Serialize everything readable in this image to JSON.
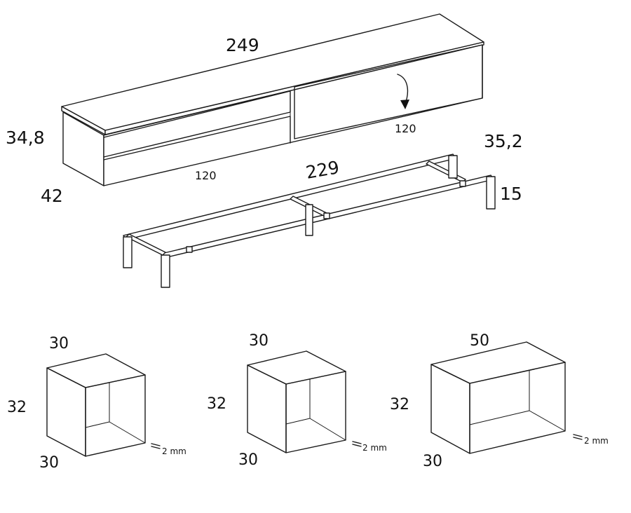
{
  "cabinet": {
    "width_label": "249",
    "height_label": "34,8",
    "depth_label": "42",
    "drawer_left_label": "120",
    "drawer_right_label": "120"
  },
  "frame": {
    "length_label": "229",
    "depth_label": "35,2",
    "height_label": "15"
  },
  "cubes": [
    {
      "width_label": "30",
      "height_label": "32",
      "depth_label": "30",
      "thickness_label": "2 mm"
    },
    {
      "width_label": "30",
      "height_label": "32",
      "depth_label": "30",
      "thickness_label": "2 mm"
    },
    {
      "width_label": "50",
      "height_label": "32",
      "depth_label": "30",
      "thickness_label": "2 mm"
    }
  ]
}
